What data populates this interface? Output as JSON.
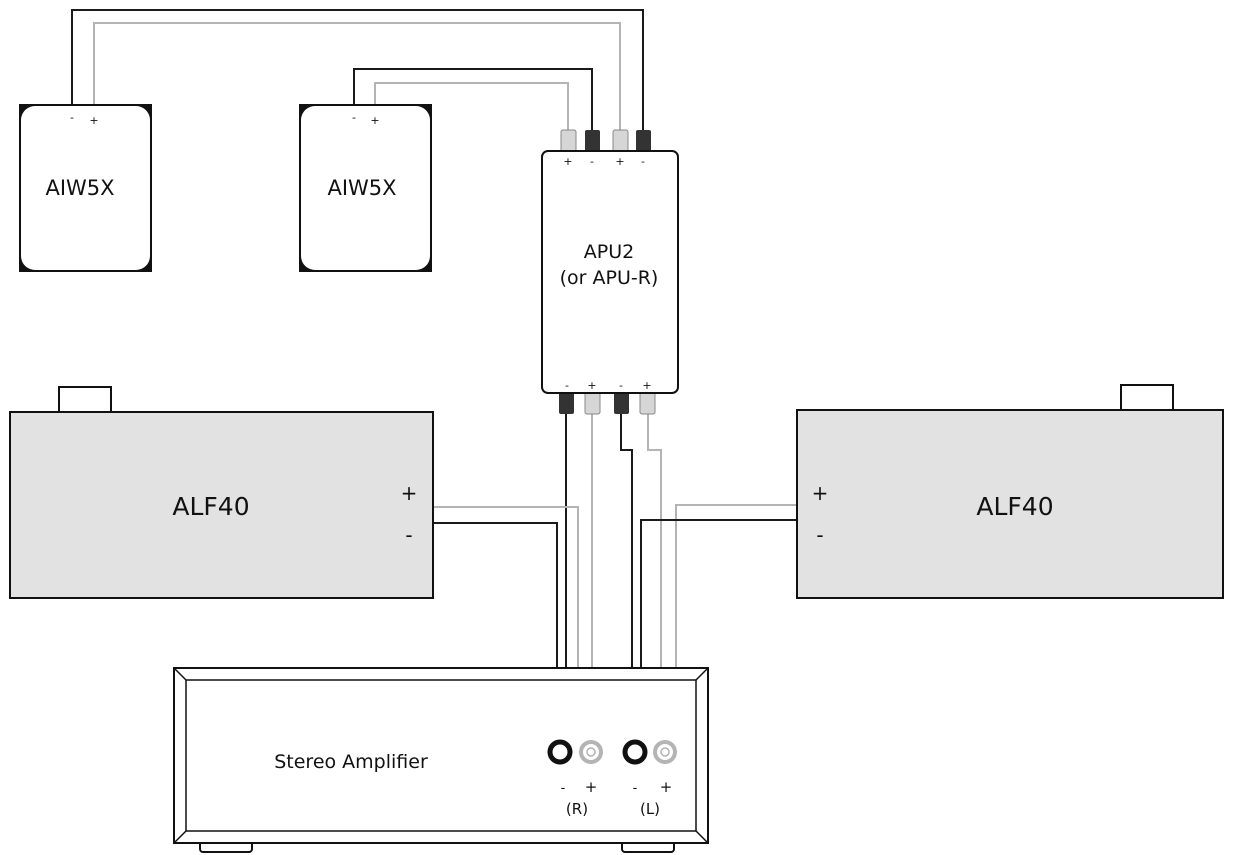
{
  "speakers": {
    "left": {
      "label": "AIW5X",
      "minus": "-",
      "plus": "+"
    },
    "right": {
      "label": "AIW5X",
      "minus": "-",
      "plus": "+"
    }
  },
  "apu": {
    "line1": "APU2",
    "line2": "(or APU-R)",
    "top_marks": [
      "+",
      "-",
      "+",
      "-"
    ],
    "bottom_marks": [
      "-",
      "+",
      "-",
      "+"
    ]
  },
  "subwoofers": {
    "left": {
      "label": "ALF40",
      "plus": "+",
      "minus": "-"
    },
    "right": {
      "label": "ALF40",
      "plus": "+",
      "minus": "-"
    }
  },
  "amplifier": {
    "label": "Stereo Amplifier",
    "right_channel": {
      "minus": "-",
      "plus": "+",
      "label": "(R)"
    },
    "left_channel": {
      "minus": "-",
      "plus": "+",
      "label": "(L)"
    }
  },
  "colors": {
    "black_wire": "#1a1a1a",
    "gray_wire": "#b4b4b4",
    "box_fill": "#e2e2e2",
    "outline": "#111111"
  }
}
